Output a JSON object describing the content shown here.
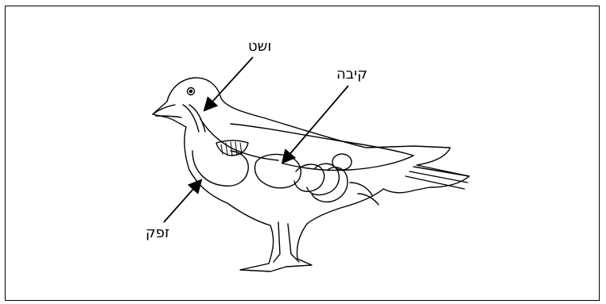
{
  "labels": {
    "esophagus": "ושט",
    "stomach": "קיבה",
    "crop": "זפק"
  }
}
